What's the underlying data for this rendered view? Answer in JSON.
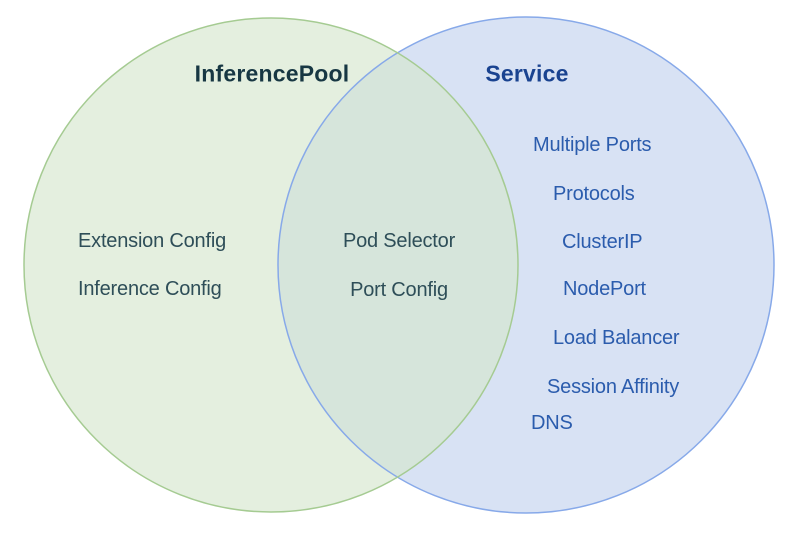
{
  "venn": {
    "left_circle": {
      "title": "InferencePool",
      "items": [
        "Extension Config",
        "Inference Config"
      ],
      "fill": "#d5e6cd",
      "fill_opacity": "0.64",
      "border": "#a5cb92",
      "title_color": "#173743",
      "item_color": "#2e4e58"
    },
    "right_circle": {
      "title": "Service",
      "items": [
        "Multiple Ports",
        "Protocols",
        "ClusterIP",
        "NodePort",
        "Load Balancer",
        "Session Affinity",
        "DNS"
      ],
      "fill": "#d8e2f4",
      "border": "#87a9e9",
      "title_color": "#1a4390",
      "item_color": "#2b5cad"
    },
    "intersection": {
      "items": [
        "Pod Selector",
        "Port Config"
      ],
      "blend_color": "#d6e6dc",
      "item_color": "#2e4e58"
    }
  }
}
